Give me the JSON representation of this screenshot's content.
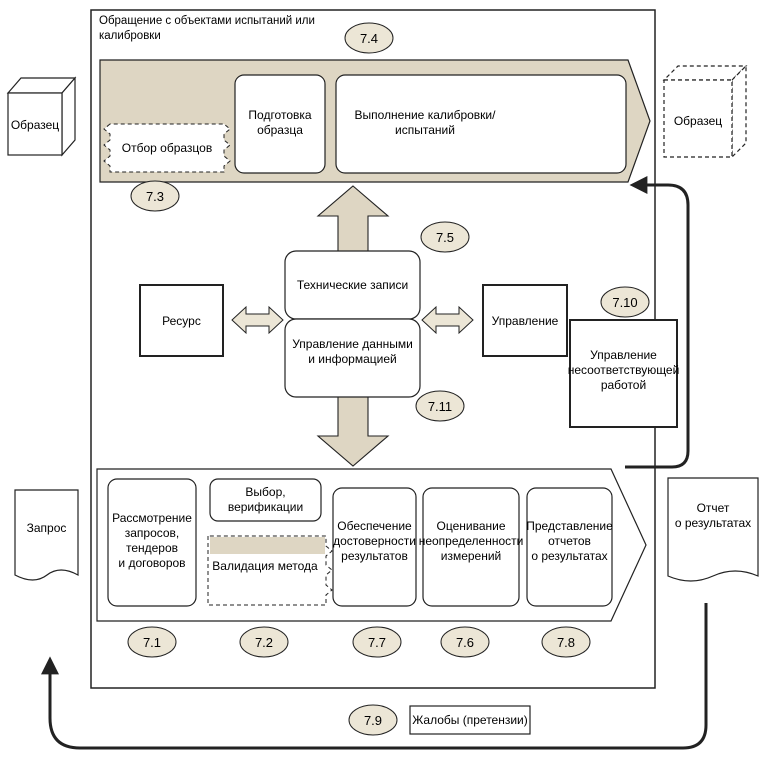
{
  "frame_title": "Обращение с объектами испытаний или калибровки",
  "sample_in": "Образец",
  "sample_out": "Образец",
  "request": "Запрос",
  "report": "Отчет\nо результатах",
  "complaints": "Жалобы (претензии)",
  "top_band": {
    "sampling": "Отбор образцов",
    "preparation": "Подготовка\nобразца",
    "execution": "Выполнение калибровки/\nиспытаний"
  },
  "center": {
    "resource": "Ресурс",
    "tech_records": "Технические записи",
    "data_mgmt": "Управление данными\nи информацией",
    "management": "Управление",
    "nonconforming": "Управление\nнесоответствующей\nработой"
  },
  "bottom_band": {
    "review": "Рассмотрение\nзапросов,\nтендеров\nи договоров",
    "selection": "Выбор, верификации",
    "validation": "Валидация метода",
    "validity": "Обеспечение\nдостоверности\nрезультатов",
    "uncertainty": "Оценивание\nнеопределенности\nизмерений",
    "reporting": "Представление\nотчетов\nо результатах"
  },
  "clauses": {
    "c74": "7.4",
    "c73": "7.3",
    "c75": "7.5",
    "c710": "7.10",
    "c711": "7.11",
    "c71": "7.1",
    "c72": "7.2",
    "c77": "7.7",
    "c76": "7.6",
    "c78": "7.8",
    "c79": "7.9"
  },
  "colors": {
    "band_fill": "#ded6c3",
    "clause_fill": "#ece6d6",
    "line": "#222222",
    "background": "#ffffff"
  }
}
